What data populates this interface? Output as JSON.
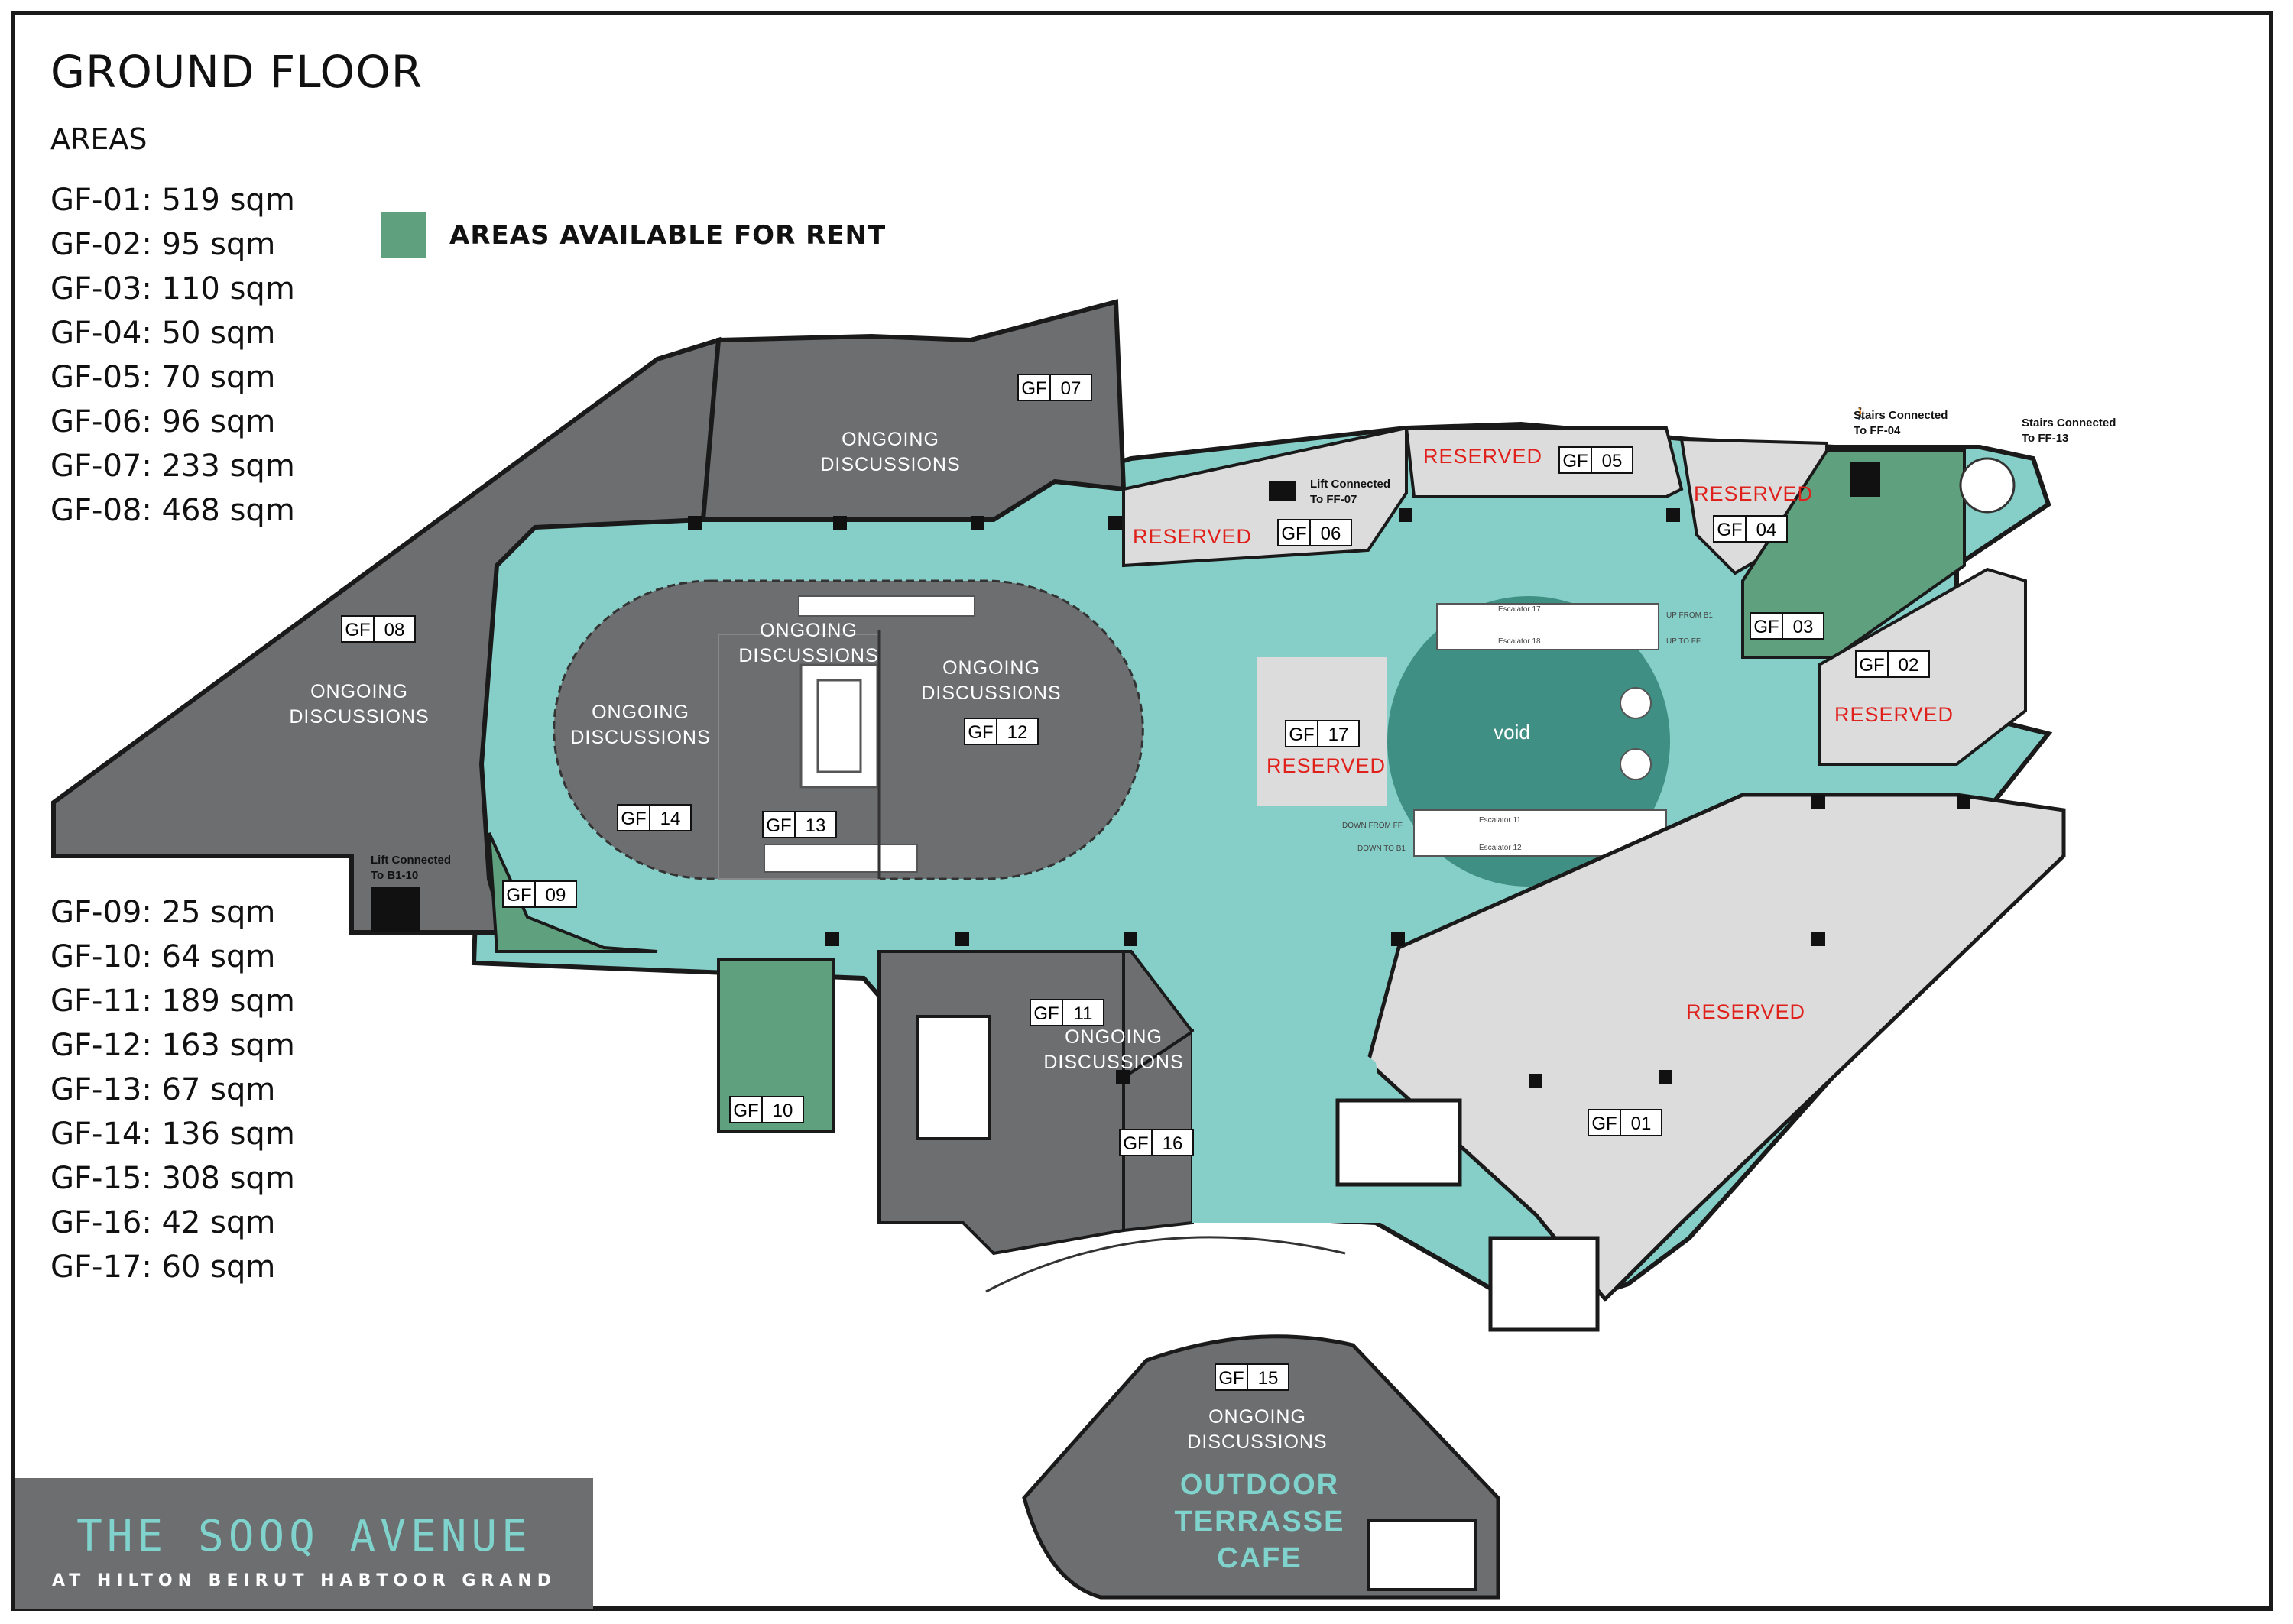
{
  "header": {
    "title": "GROUND FLOOR",
    "subtitle": "AREAS"
  },
  "areas_left_top": [
    "GF-01: 519 sqm",
    "GF-02: 95 sqm",
    "GF-03: 110 sqm",
    "GF-04: 50 sqm",
    "GF-05: 70 sqm",
    "GF-06: 96 sqm",
    "GF-07: 233 sqm",
    "GF-08: 468 sqm"
  ],
  "areas_left_bottom": [
    "GF-09: 25 sqm",
    "GF-10: 64 sqm",
    "GF-11: 189 sqm",
    "GF-12: 163 sqm",
    "GF-13: 67 sqm",
    "GF-14: 136 sqm",
    "GF-15: 308 sqm",
    "GF-16: 42 sqm",
    "GF-17: 60 sqm"
  ],
  "legend": {
    "label": "AREAS AVAILABLE FOR RENT",
    "color": "#5fa07e"
  },
  "colors": {
    "ongoing": "#6d6e70",
    "available": "#5fa07e",
    "reserved": "#dcdcdc",
    "circulation": "#86cfc8",
    "void": "#3f8f84",
    "reserved_text": "#e0201b",
    "outline": "#1a1a1a"
  },
  "status": {
    "ongoing": "ONGOING DISCUSSIONS",
    "ongoing_line1": "ONGOING",
    "ongoing_line2": "DISCUSSIONS",
    "reserved": "RESERVED"
  },
  "units": {
    "gf01": {
      "prefix": "GF",
      "num": "01"
    },
    "gf02": {
      "prefix": "GF",
      "num": "02"
    },
    "gf03": {
      "prefix": "GF",
      "num": "03"
    },
    "gf04": {
      "prefix": "GF",
      "num": "04"
    },
    "gf05": {
      "prefix": "GF",
      "num": "05"
    },
    "gf06": {
      "prefix": "GF",
      "num": "06"
    },
    "gf07": {
      "prefix": "GF",
      "num": "07"
    },
    "gf08": {
      "prefix": "GF",
      "num": "08"
    },
    "gf09": {
      "prefix": "GF",
      "num": "09"
    },
    "gf10": {
      "prefix": "GF",
      "num": "10"
    },
    "gf11": {
      "prefix": "GF",
      "num": "11"
    },
    "gf12": {
      "prefix": "GF",
      "num": "12"
    },
    "gf13": {
      "prefix": "GF",
      "num": "13"
    },
    "gf14": {
      "prefix": "GF",
      "num": "14"
    },
    "gf15": {
      "prefix": "GF",
      "num": "15"
    },
    "gf16": {
      "prefix": "GF",
      "num": "16"
    },
    "gf17": {
      "prefix": "GF",
      "num": "17"
    }
  },
  "annotations": {
    "void": "void",
    "lift_ff07_line1": "Lift Connected",
    "lift_ff07_line2": "To FF-07",
    "lift_b110_line1": "Lift Connected",
    "lift_b110_line2": "To B1-10",
    "stairs_ff04_line1": "Stairs Connected",
    "stairs_ff04_line2": "To FF-04",
    "stairs_ff13_line1": "Stairs Connected",
    "stairs_ff13_line2": "To FF-13",
    "escalator_17": "Escalator 17",
    "escalator_18": "Escalator 18",
    "escalator_11": "Escalator 11",
    "escalator_12": "Escalator 12",
    "up_from_b1": "UP FROM B1",
    "up_to_ff": "UP TO FF",
    "down_from_ff": "DOWN FROM FF",
    "down_to_b1": "DOWN TO B1"
  },
  "terrace": {
    "line1": "OUTDOOR",
    "line2": "TERRASSE",
    "line3": "CAFE"
  },
  "logo": {
    "name": "THE SOOQ AVENUE",
    "tagline": "AT HILTON BEIRUT HABTOOR GRAND"
  }
}
